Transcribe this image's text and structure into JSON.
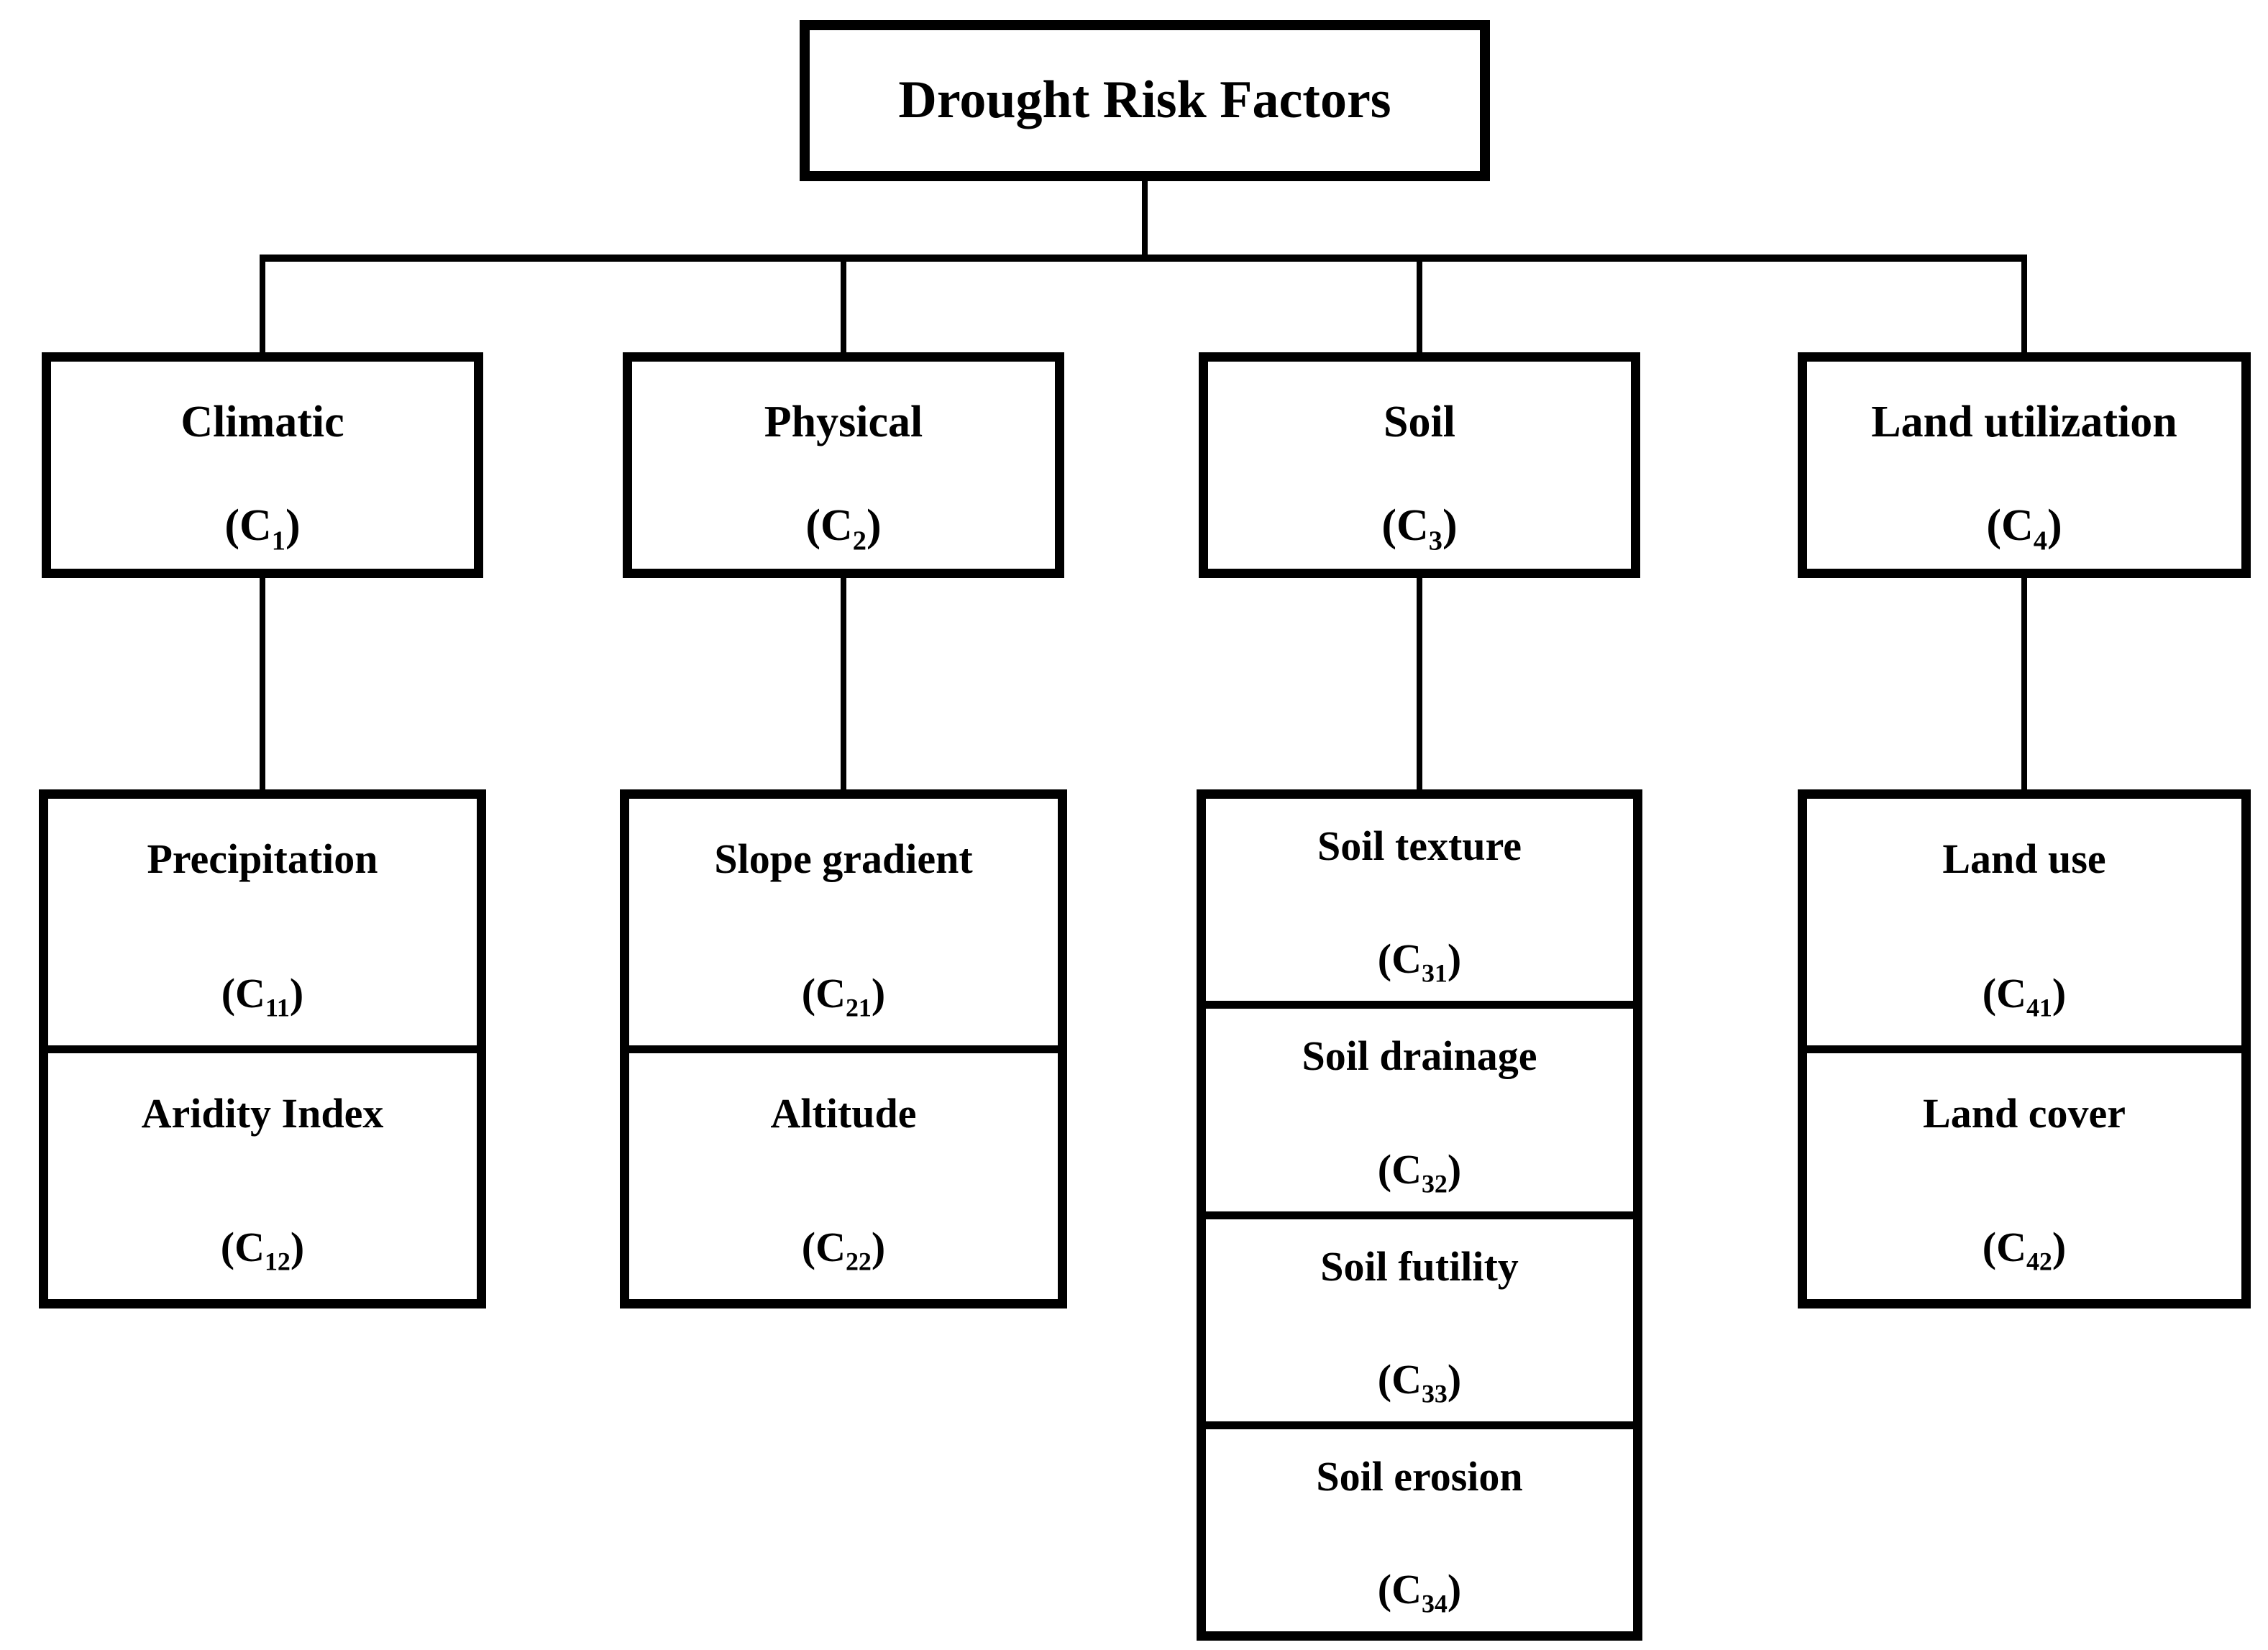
{
  "diagram": {
    "root": {
      "label": "Drought Risk Factors"
    },
    "categories": [
      {
        "label": "Climatic",
        "code_pre": "(C",
        "code_sub": "1",
        "code_post": ")",
        "children": [
          {
            "label": "Precipitation",
            "code_pre": "(C",
            "code_sub": "11",
            "code_post": ")"
          },
          {
            "label": "Aridity Index",
            "code_pre": "(C",
            "code_sub": "12",
            "code_post": ")"
          }
        ]
      },
      {
        "label": "Physical",
        "code_pre": "(C",
        "code_sub": "2",
        "code_post": ")",
        "children": [
          {
            "label": "Slope gradient",
            "code_pre": "(C",
            "code_sub": "21",
            "code_post": ")"
          },
          {
            "label": "Altitude",
            "code_pre": "(C",
            "code_sub": "22",
            "code_post": ")"
          }
        ]
      },
      {
        "label": "Soil",
        "code_pre": "(C",
        "code_sub": "3",
        "code_post": ")",
        "children": [
          {
            "label": "Soil texture",
            "code_pre": "(C",
            "code_sub": "31",
            "code_post": ")"
          },
          {
            "label": "Soil drainage",
            "code_pre": "(C",
            "code_sub": "32",
            "code_post": ")"
          },
          {
            "label": "Soil futility",
            "code_pre": "(C",
            "code_sub": "33",
            "code_post": ")"
          },
          {
            "label": "Soil erosion",
            "code_pre": "(C",
            "code_sub": "34",
            "code_post": ")"
          }
        ]
      },
      {
        "label": "Land utilization",
        "code_pre": "(C",
        "code_sub": "4",
        "code_post": ")",
        "children": [
          {
            "label": "Land use",
            "code_pre": "(C",
            "code_sub": "41",
            "code_post": ")"
          },
          {
            "label": "Land cover",
            "code_pre": "(C",
            "code_sub": "42",
            "code_post": ")"
          }
        ]
      }
    ]
  },
  "colors": {
    "line": "#000000",
    "background": "#ffffff"
  }
}
